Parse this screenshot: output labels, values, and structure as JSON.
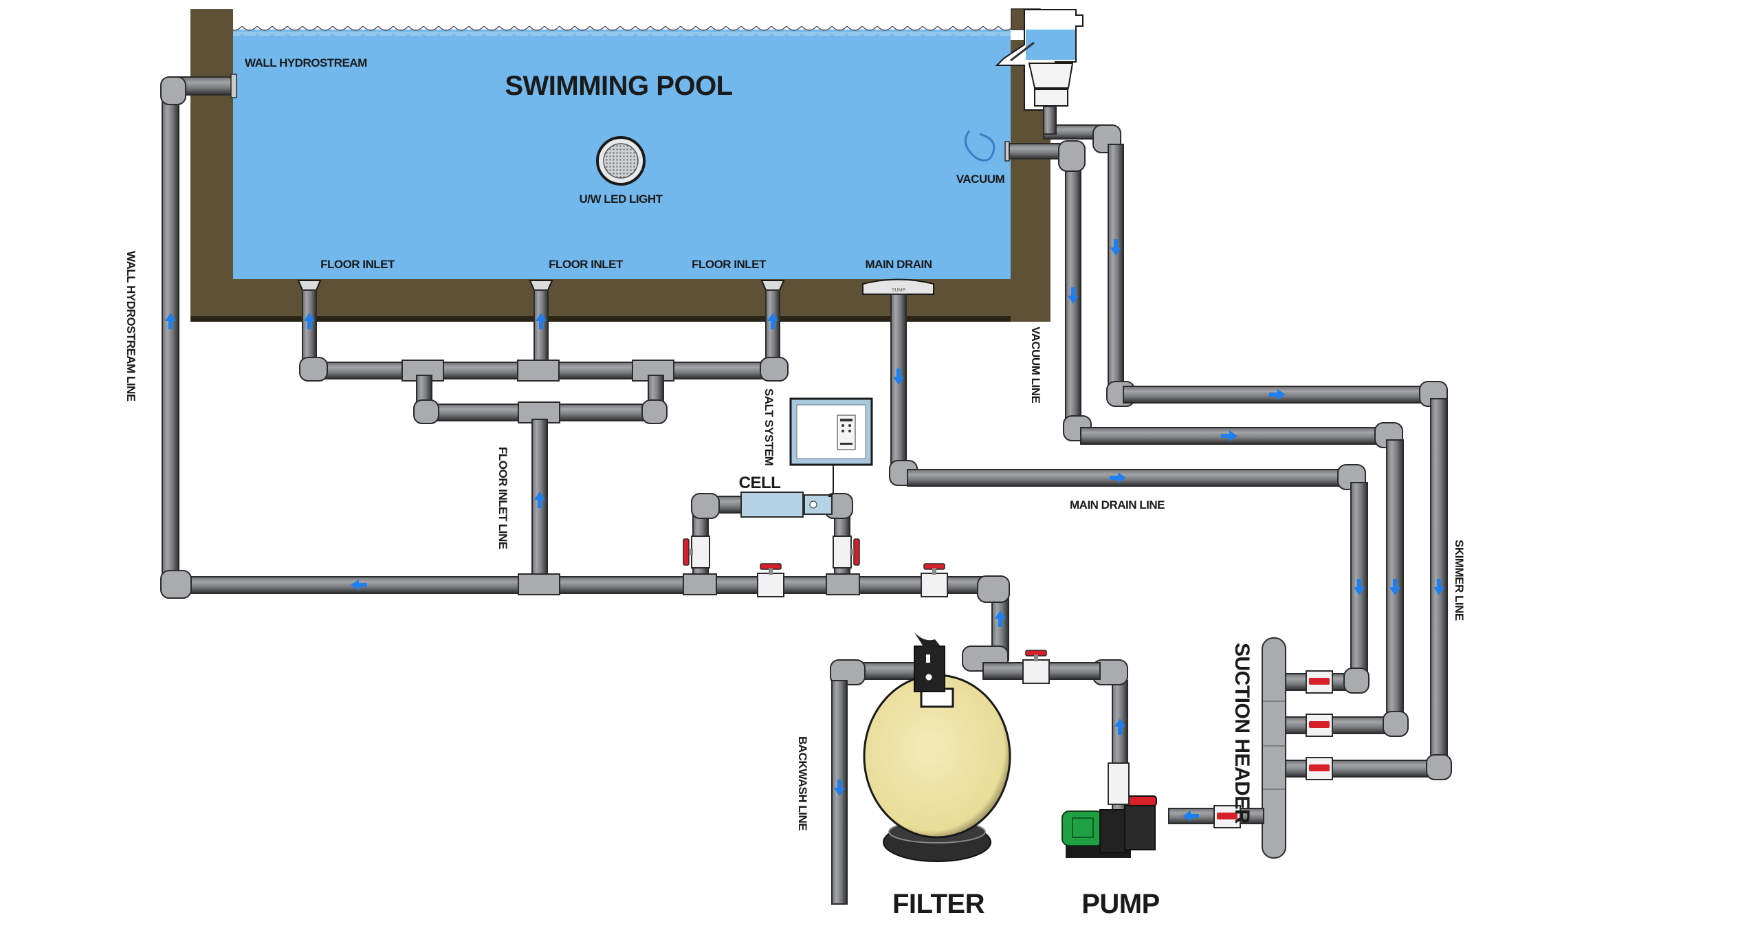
{
  "title": "SWIMMING POOL",
  "pool_components": {
    "wall_hydrostream": "WALL HYDROSTREAM",
    "led_light": "U/W LED LIGHT",
    "vacuum": "VACUUM",
    "floor_inlets": [
      "FLOOR INLET",
      "FLOOR INLET",
      "FLOOR INLET"
    ],
    "main_drain": "MAIN DRAIN",
    "main_drain_cover_text": "SUMP"
  },
  "lines": {
    "wall_hydrostream_line": "WALL HYDROSTREAM LINE",
    "floor_inlet_line": "FLOOR INLET LINE",
    "vacuum_line": "VACUUM LINE",
    "main_drain_line": "MAIN DRAIN LINE",
    "skimmer_line": "SKIMMER LINE",
    "backwash_line": "BACKWASH LINE"
  },
  "equipment": {
    "salt_system": "SALT SYSTEM",
    "cell": "CELL",
    "filter": "FILTER",
    "pump": "PUMP",
    "suction_header": "SUCTION HEADER"
  },
  "colors": {
    "water": "#72b8ec",
    "wall": "#5e5136",
    "pipe": "#8a8c8f",
    "fitting": "#a9abae",
    "flow_arrow": "#1e7ff0",
    "valve_handle": "#d8202a",
    "filter_tank": "#eee4a4",
    "pump_motor": "#1fa043",
    "salt_panel": "#a8c8de"
  }
}
